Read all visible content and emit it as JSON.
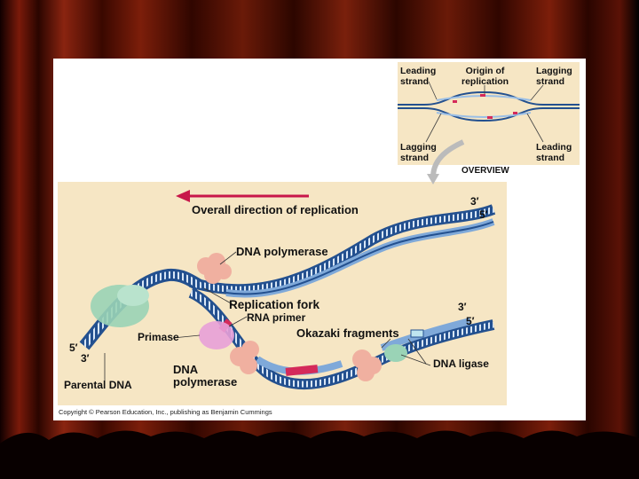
{
  "overview": {
    "leading_strand_left": [
      "Leading",
      "strand"
    ],
    "origin": [
      "Origin of",
      "replication"
    ],
    "lagging_strand_right": [
      "Lagging",
      "strand"
    ],
    "lagging_strand_left": [
      "Lagging",
      "strand"
    ],
    "leading_strand_right": [
      "Leading",
      "strand"
    ],
    "caption": "OVERVIEW"
  },
  "main": {
    "direction_label": "Overall direction of replication",
    "top_right_3": "3′",
    "top_right_5": "5′",
    "dna_polymerase_top": "DNA polymerase",
    "replication_fork": "Replication fork",
    "rna_primer": "RNA primer",
    "okazaki": "Okazaki fragments",
    "mid_right_3": "3′",
    "mid_right_5": "5′",
    "primase": "Primase",
    "left_5": "5′",
    "left_3": "3′",
    "dna_polymerase_bottom": [
      "DNA",
      "polymerase"
    ],
    "dna_ligase": "DNA ligase",
    "parental_dna": "Parental DNA"
  },
  "copyright": "Copyright © Pearson Education, Inc., publishing as Benjamin Cummings",
  "colors": {
    "panel": "#f6e6c4",
    "strand_dark": "#23508f",
    "strand_light": "#7fa9d9",
    "primer": "#d42a5a",
    "arrow": "#c8174a",
    "polymerase": "#f0b0a0",
    "helicase": "#9ad3b6",
    "primase": "#e8a0d8",
    "curtain": "#5a1208"
  }
}
